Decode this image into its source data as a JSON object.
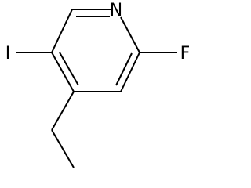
{
  "molecule": {
    "atoms": [
      {
        "id": "N1",
        "label": "N"
      },
      {
        "id": "F",
        "label": "F"
      },
      {
        "id": "I",
        "label": "I"
      }
    ],
    "colors": {
      "bond": "#000000",
      "label": "#000000",
      "background": "#ffffff"
    }
  }
}
